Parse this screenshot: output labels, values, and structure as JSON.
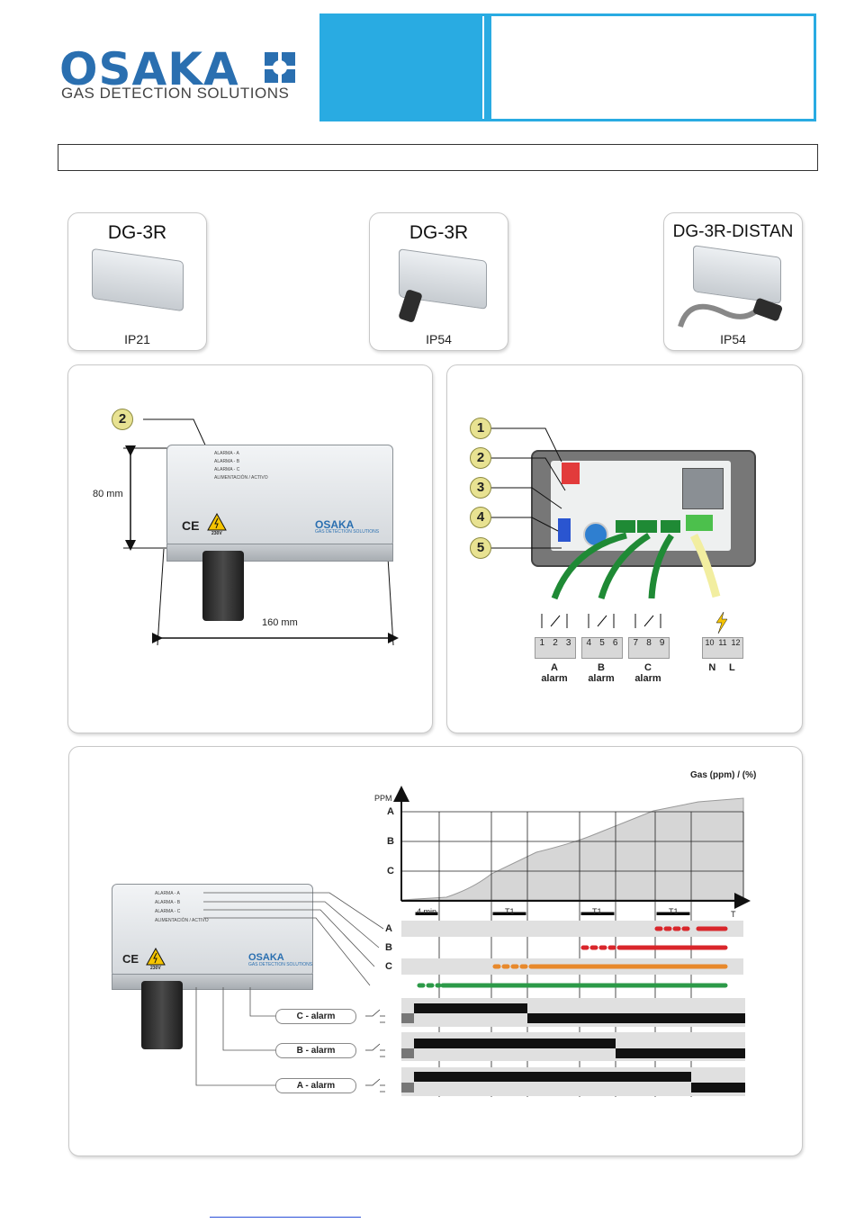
{
  "header": {
    "brand": "OSAKA",
    "tagline": "GAS DETECTION SOLUTIONS",
    "colors": {
      "brand_blue": "#2a6fb0",
      "accent": "#29abe2"
    }
  },
  "models": [
    {
      "name": "DG-3R",
      "rating": "IP21"
    },
    {
      "name": "DG-3R",
      "rating": "IP54"
    },
    {
      "name": "DG-3R-DISTAN",
      "rating": "IP54"
    }
  ],
  "dimensions": {
    "height": "80 mm",
    "width": "160 mm",
    "callout": "2"
  },
  "device_leds": [
    "ALARMA - A",
    "ALARMA - B",
    "ALARMA - C",
    "ALIMENTACIÓN / ACTIVO"
  ],
  "device_marks": {
    "ce": "CE",
    "voltage": "230V",
    "brand": "OSAKA",
    "tagline": "GAS DETECTION SOLUTIONS"
  },
  "wiring": {
    "callouts": [
      "1",
      "2",
      "3",
      "4",
      "5"
    ],
    "terminals": [
      {
        "pins": [
          "1",
          "2",
          "3"
        ],
        "label": "A",
        "sub": "alarm"
      },
      {
        "pins": [
          "4",
          "5",
          "6"
        ],
        "label": "B",
        "sub": "alarm"
      },
      {
        "pins": [
          "7",
          "8",
          "9"
        ],
        "label": "C",
        "sub": "alarm"
      },
      {
        "pins": [
          "10",
          "11",
          "12"
        ],
        "label": "N",
        "sub": "L"
      }
    ],
    "power_icon": "lightning-icon"
  },
  "timing": {
    "y_axis": "PPM",
    "curve_label": "Gas (ppm) / (%)",
    "levels": [
      "A",
      "B",
      "C"
    ],
    "x_axis": "T",
    "delay": "4 min",
    "t1": "T1",
    "rows": [
      "A",
      "B",
      "C"
    ],
    "relays": [
      "C - alarm",
      "B - alarm",
      "A - alarm"
    ],
    "colors": {
      "red": "#d9262b",
      "orange": "#e8892b",
      "green": "#2c9a48"
    }
  }
}
